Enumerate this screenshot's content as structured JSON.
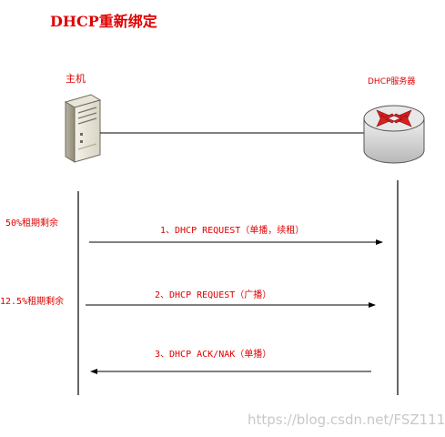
{
  "title": "DHCP重新绑定",
  "host": {
    "label": "主机",
    "icon": "server-tower-icon"
  },
  "server": {
    "label": "DHCP服务器",
    "icon": "router-icon"
  },
  "timeline": {
    "lease_50": "50%租期剩余",
    "lease_12_5": "12.5%租期剩余"
  },
  "messages": [
    {
      "label": "1、DHCP REQUEST（单播，续租）",
      "direction": "host-to-server"
    },
    {
      "label": "2、DHCP REQUEST（广播）",
      "direction": "host-to-server"
    },
    {
      "label": "3、DHCP ACK/NAK（单播）",
      "direction": "server-to-host"
    }
  ],
  "watermark": "https://blog.csdn.net/FSZ111",
  "colors": {
    "accent_red": "#e00000",
    "router_red": "#d42020",
    "line": "#000000"
  }
}
